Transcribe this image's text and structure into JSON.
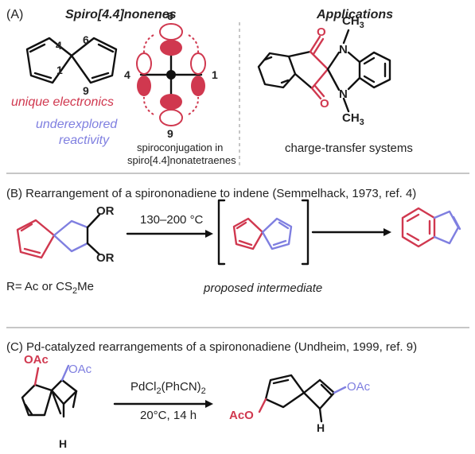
{
  "panelA": {
    "letter": "(A)",
    "title": "Spiro[4.4]nonenes",
    "applications_title": "Applications",
    "atom_labels": {
      "a4": "4",
      "a6": "6",
      "a1": "1",
      "a9": "9"
    },
    "unique": "unique electronics",
    "underexplored": "underexplored",
    "reactivity": "reactivity",
    "spiro_caption_1": "spiroconjugation in",
    "spiro_caption_2": "spiro[4.4]nonatetraenes",
    "ct_caption": "charge-transfer systems",
    "ch3": "CH",
    "ch3_sub": "3",
    "n": "N",
    "o": "O",
    "colors": {
      "red": "#d0384f",
      "blue": "#7f7fe0",
      "black": "#111111"
    }
  },
  "panelB": {
    "title": "(B) Rearrangement of a spirononadiene to indene (Semmelhack, 1973, ref. 4)",
    "or": "OR",
    "conditions": "130–200 °C",
    "r_def_prefix": "R= Ac or CS",
    "r_def_sub": "2",
    "r_def_suffix": "Me",
    "intermediate_caption": "proposed intermediate"
  },
  "panelC": {
    "title": "(C) Pd-catalyzed rearrangements of a spirononadiene (Undheim, 1999, ref. 9)",
    "oac": "OAc",
    "aco": "AcO",
    "h": "H",
    "reagent_prefix": "PdCl",
    "reagent_sub": "2",
    "reagent_mid": "(PhCN)",
    "reagent_sub2": "2",
    "conditions": "20°C, 14 h"
  }
}
